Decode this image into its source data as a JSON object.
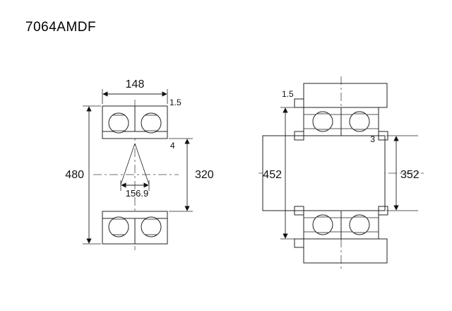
{
  "title": "7064AMDF",
  "colors": {
    "ring_red": "#e15433",
    "housing_gray": "#d8d8d8",
    "line": "#222222"
  },
  "left_view": {
    "dims": {
      "width": "148",
      "outer_diameter": "480",
      "bore_diameter": "320",
      "load_center_distance": "156.9",
      "chamfer": "1.5",
      "inner_gap": "4"
    }
  },
  "right_view": {
    "dims": {
      "housing_abutment_diameter": "452",
      "shaft_abutment_diameter": "352",
      "housing_fillet": "1.5",
      "shaft_fillet": "3"
    }
  }
}
